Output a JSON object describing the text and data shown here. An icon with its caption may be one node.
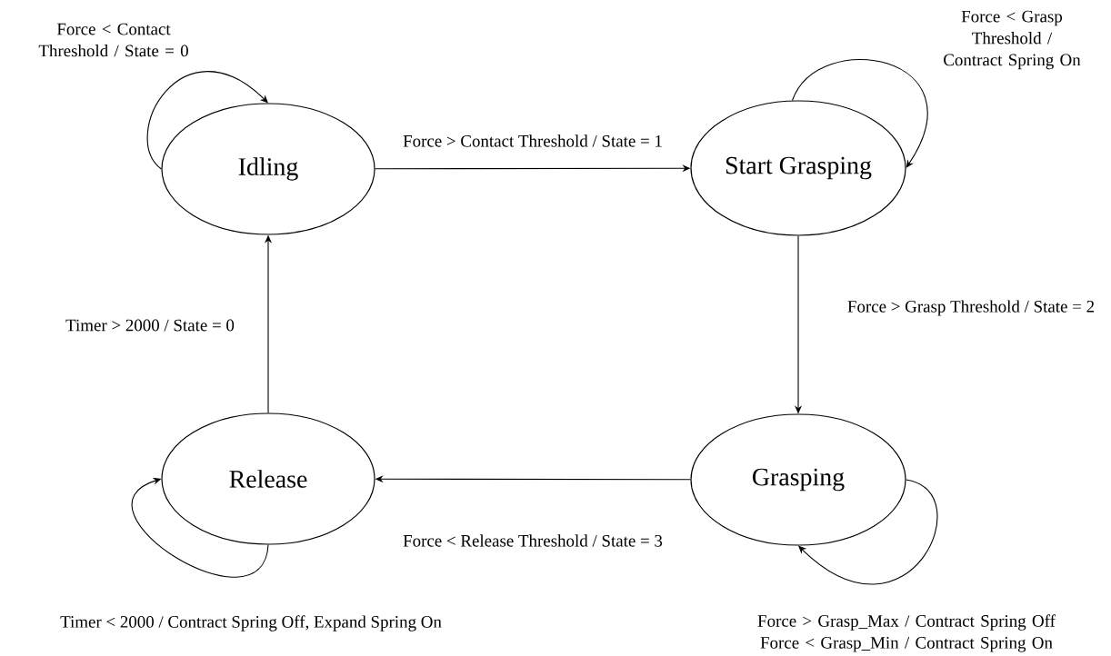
{
  "diagram": {
    "nodes": [
      {
        "text": [
          "Idling"
        ]
      },
      {
        "text": [
          "Start Grasping"
        ]
      },
      {
        "text": [
          "Grasping"
        ]
      },
      {
        "text": [
          "Release"
        ]
      }
    ],
    "edges": [
      {
        "from": 0,
        "to": 1,
        "arrow": "to",
        "label": "Force > Contact Threshold / State = 1"
      },
      {
        "from": 1,
        "to": 2,
        "arrow": "to",
        "label": "Force > Grasp Threshold / State = 2"
      },
      {
        "from": 2,
        "to": 3,
        "arrow": "to",
        "label": "Force < Release Threshold / State = 3"
      },
      {
        "from": 3,
        "to": 0,
        "arrow": "to",
        "label": "Timer > 2000 / State = 0"
      },
      {
        "from": 0,
        "to": 0,
        "arrow": "to",
        "label": "Force < Contact Threshold / State = 0"
      },
      {
        "from": 1,
        "to": 1,
        "arrow": "to",
        "label": "Force < Grasp Threshold / Contract Spring On"
      },
      {
        "from": 2,
        "to": 2,
        "arrow": "to",
        "label": "Force > Grasp_Max / Contract Spring Off Force < Grasp_Min / Contract Spring On"
      },
      {
        "from": 3,
        "to": 3,
        "arrow": "to",
        "label": "Timer < 2000 / Contract Spring Off, Expand Spring On"
      }
    ]
  }
}
